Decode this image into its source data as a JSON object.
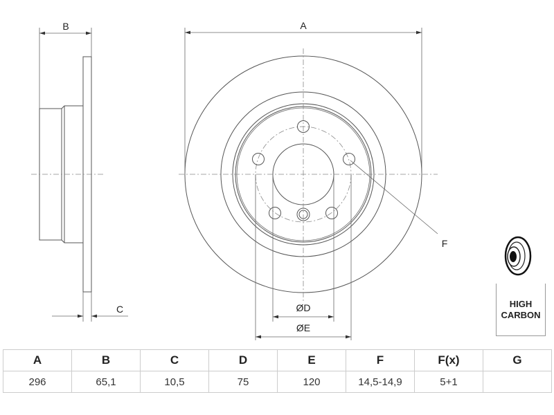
{
  "dimension_labels": {
    "A": "A",
    "B": "B",
    "C": "C",
    "D": "ØD",
    "E": "ØE",
    "F": "F"
  },
  "badge": {
    "line1": "HIGH",
    "line2": "CARBON"
  },
  "table": {
    "headers": [
      "A",
      "B",
      "C",
      "D",
      "E",
      "F",
      "F(x)",
      "G"
    ],
    "values": [
      "296",
      "65,1",
      "10,5",
      "75",
      "120",
      "14,5-14,9",
      "5+1",
      ""
    ]
  }
}
